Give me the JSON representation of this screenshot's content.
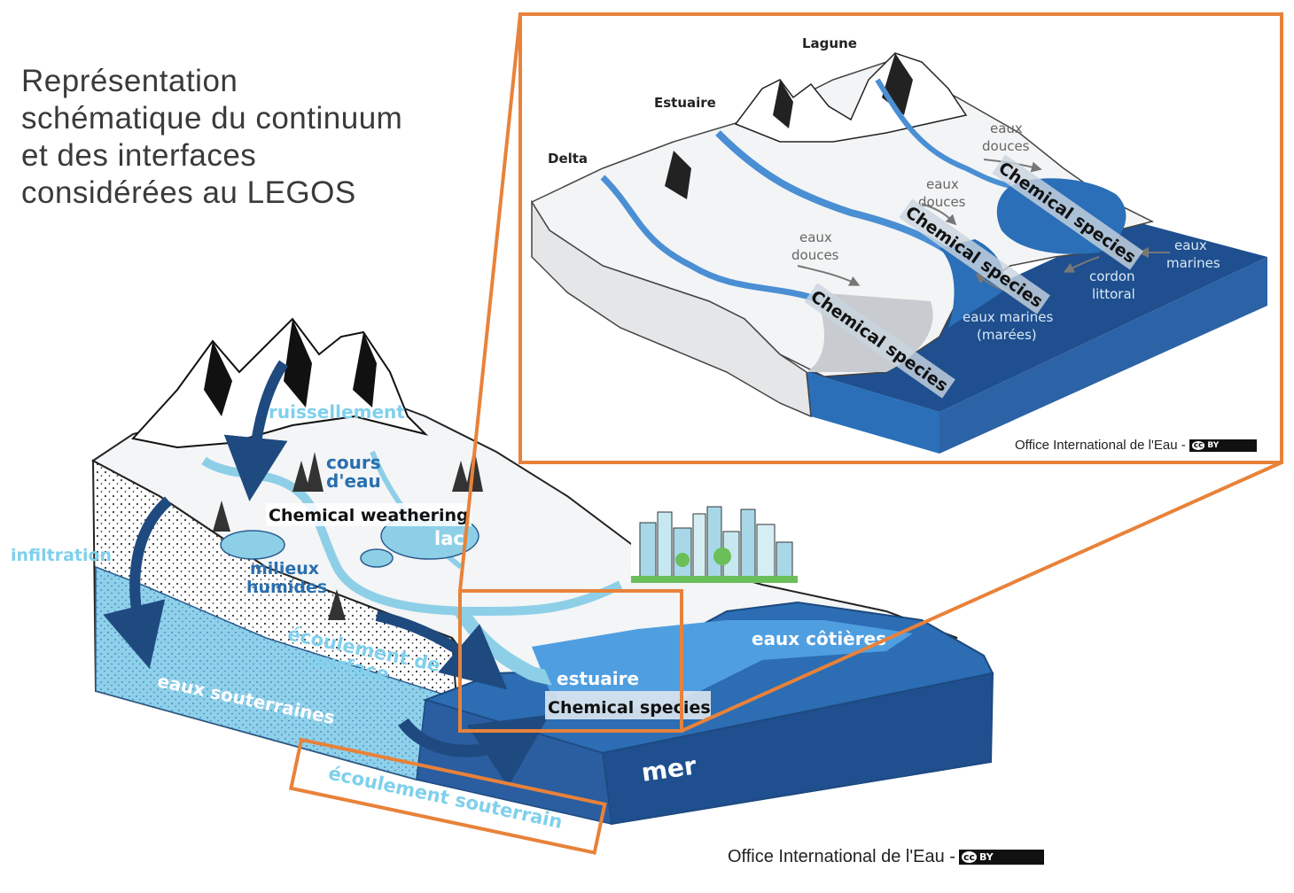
{
  "title_lines": [
    "Représentation",
    "schématique du continuum",
    "et des interfaces",
    "considérées au LEGOS"
  ],
  "main_labels": {
    "runoff": "ruissellement",
    "streams": "cours\nd'eau",
    "chemical_weathering": "Chemical weathering",
    "lake": "lac",
    "infiltration": "infiltration",
    "wetlands": "milieux\nhumides",
    "surface_flow": "écoulement de\nsurface",
    "groundwater": "eaux souterraines",
    "estuary": "estuaire",
    "chemical_species": "Chemical species",
    "coastal_waters": "eaux côtières",
    "sea": "mer",
    "underground_flow": "écoulement souterrain"
  },
  "inset": {
    "delta": "Delta",
    "estuary": "Estuaire",
    "lagoon": "Lagune",
    "fresh_water_1": "eaux\ndouces",
    "fresh_water_2": "eaux\ndouces",
    "fresh_water_3": "eaux\ndouces",
    "marine_water": "eaux\nmarines",
    "barrier": "cordon\nlittoral",
    "tidal_water": "eaux marines\n(marées)",
    "chem_delta": "Chemical species",
    "chem_estuary": "Chemical species",
    "chem_lagoon": "Chemical species"
  },
  "credits": {
    "main": "Office International de l'Eau -",
    "inset": "Office International de l'Eau -",
    "license": "BY",
    "cc": "cc"
  },
  "colors": {
    "highlight_orange": "#e8823a",
    "sea_dark": "#1f4f8f",
    "water_light": "#8ecfe8",
    "label_light_blue": "#7fd0ec",
    "label_dark_blue": "#2a6fae"
  }
}
